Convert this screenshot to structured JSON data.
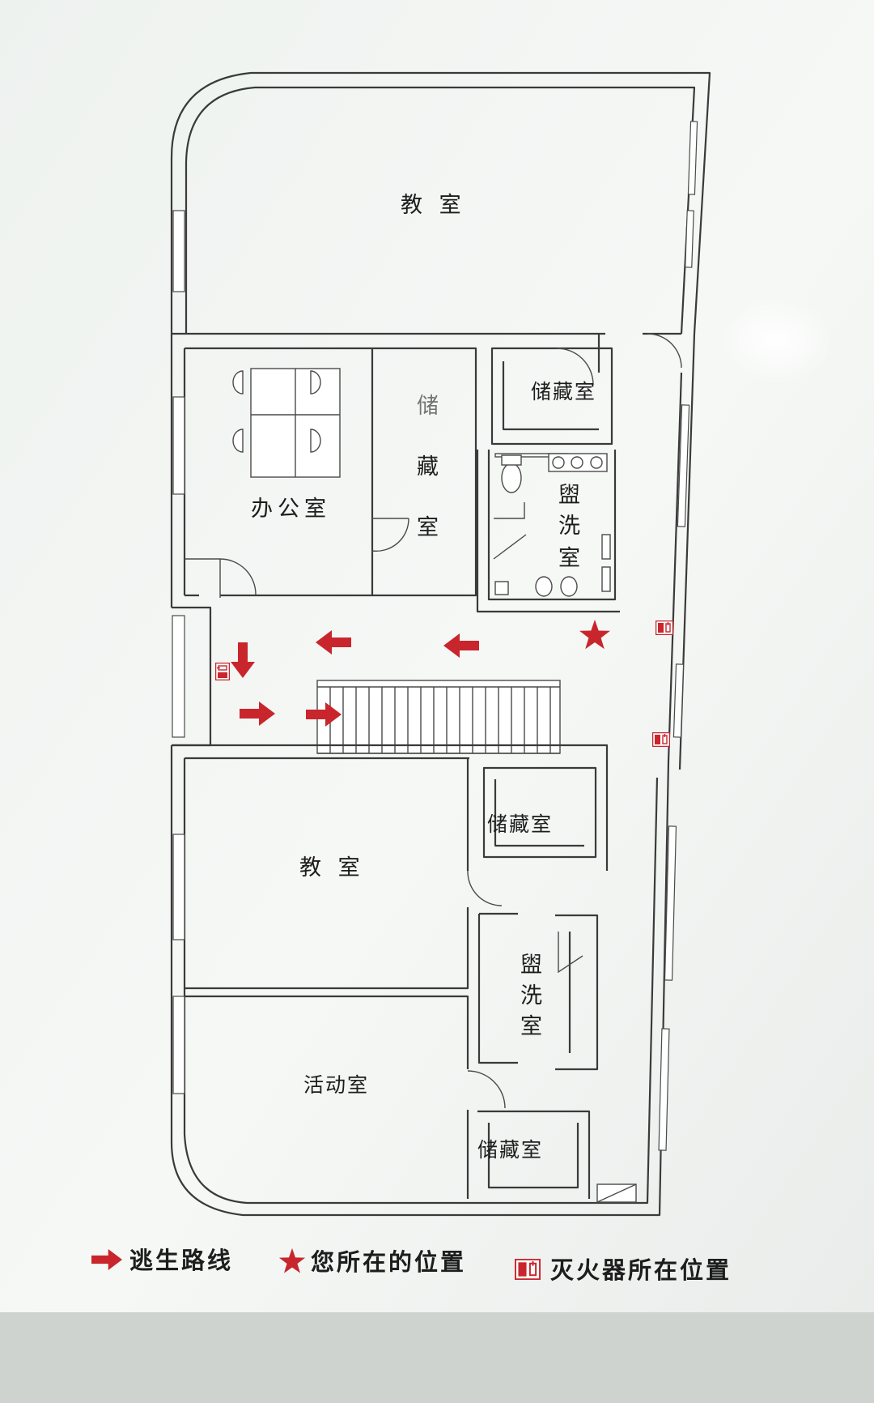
{
  "rooms": {
    "classroom_top": "教 室",
    "office": "办公室",
    "storage_left_1": "储",
    "storage_left_2": "藏",
    "storage_left_3": "室",
    "storage_top_right": "储藏室",
    "washroom_top_1": "盥",
    "washroom_top_2": "洗",
    "washroom_top_3": "室",
    "classroom_mid": "教 室",
    "storage_mid": "储藏室",
    "washroom_bottom_1": "盥",
    "washroom_bottom_2": "洗",
    "washroom_bottom_3": "室",
    "activity_room": "活动室",
    "storage_bottom": "储藏室"
  },
  "legend": {
    "escape_route": "逃生路线",
    "your_location": "您所在的位置",
    "extinguisher_location": "灭火器所在位置"
  },
  "colors": {
    "marker_red": "#c8262c",
    "plan_line": "#3a3a3a",
    "board_white": "#f4f6f4"
  },
  "icons": {
    "route_arrow": "right-arrow-icon",
    "location_marker": "star-icon",
    "extinguisher": "fire-extinguisher-icon"
  }
}
